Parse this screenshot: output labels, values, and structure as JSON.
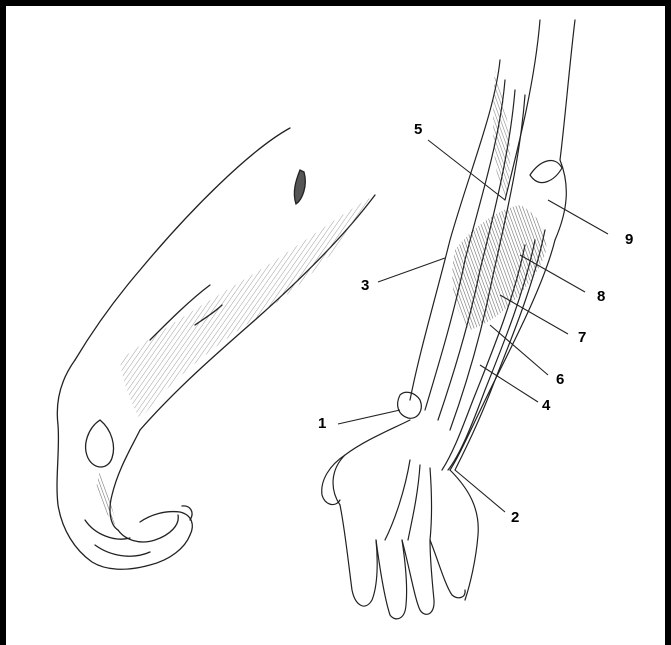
{
  "figure": {
    "labels": {
      "l1": "1",
      "l2": "2",
      "l3": "3",
      "l4": "4",
      "l5": "5",
      "l6": "6",
      "l7": "7",
      "l8": "8",
      "l9": "9"
    }
  },
  "colors": {
    "ink": "#000000",
    "shade": "#6b6b6b",
    "paper": "#ffffff"
  }
}
